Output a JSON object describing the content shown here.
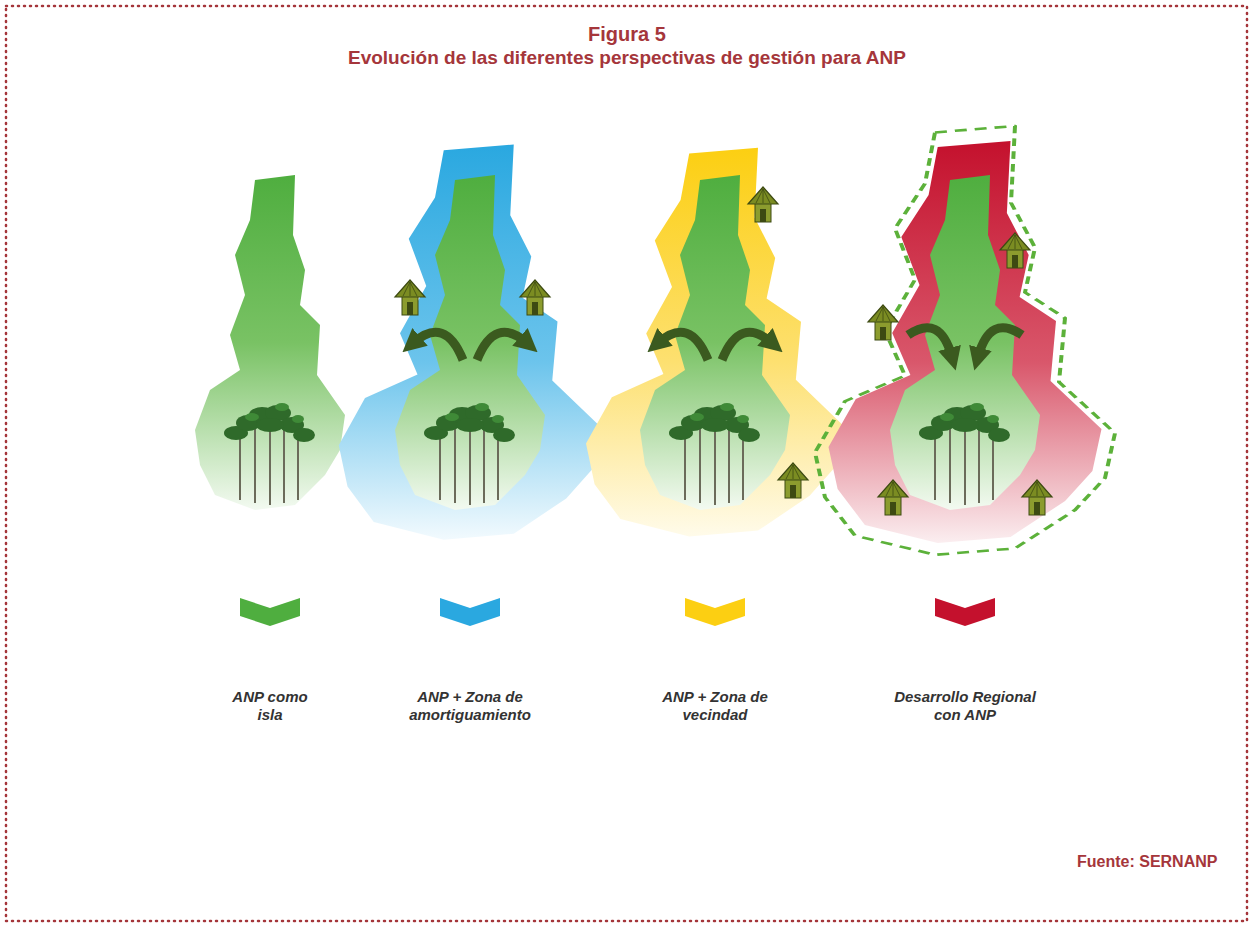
{
  "diagram": {
    "title": "Figura 5",
    "caption": "Evolución de las diferentes perspectivas de gestión para ANP",
    "labels": [
      "ANP como isla",
      "ANP + Zona de amortiguamiento",
      "ANP + Zona de vecindad",
      "Desarrollo Regional con ANP",
      "Fuente: SERNANP"
    ]
  }
}
